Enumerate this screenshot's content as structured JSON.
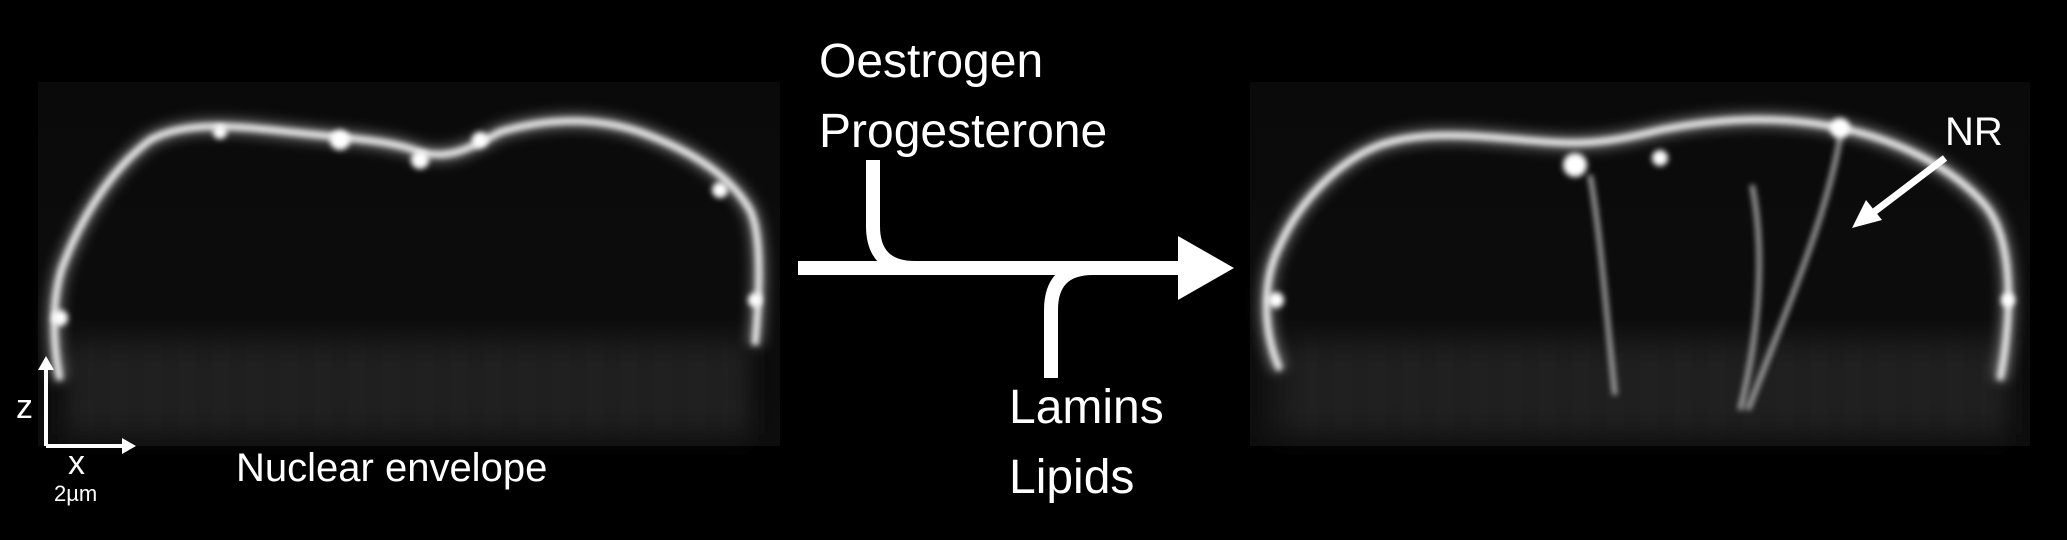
{
  "left_panel": {
    "label": "Nuclear envelope",
    "axis_z": "z",
    "axis_x": "x",
    "scale_bar": "2µm"
  },
  "arrow": {
    "inputs_top": [
      "Oestrogen",
      "Progesterone"
    ],
    "inputs_bottom": [
      "Lamins",
      "Lipids"
    ]
  },
  "right_panel": {
    "label": "NR"
  },
  "colors": {
    "background": "#000000",
    "foreground": "#ffffff"
  }
}
